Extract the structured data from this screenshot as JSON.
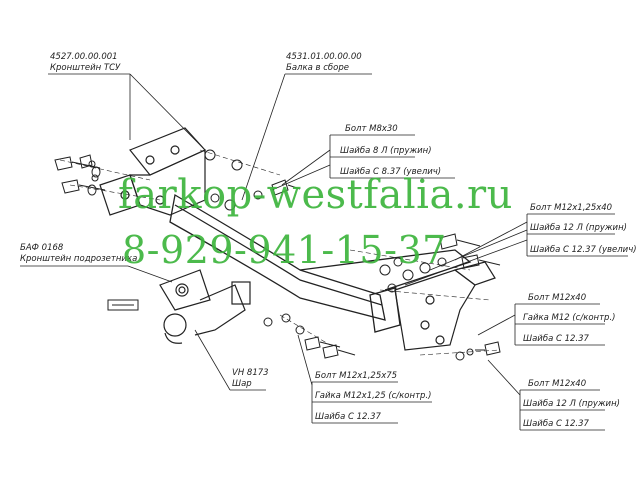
{
  "watermark": {
    "site": "farkop-westfalia.ru",
    "phone": "8-929-941-15-37",
    "color": "#3db53d"
  },
  "labels": {
    "bracket_code": "4527.00.00.001",
    "bracket_name": "Кронштейн ТСУ",
    "beam_code": "4531.01.00.00.00",
    "beam_name": "Балка в сборе",
    "bolt_m8": "Болт  М8х30",
    "washer_8": "Шайба 8 Л (пружин)",
    "washer_c837": "Шайба С 8.37 (увелич)",
    "baf_code": "БАФ 0168",
    "socket_bracket": "Кронштейн подрозетника",
    "bolt_m12_125_40": "Болт  М12х1,25х40",
    "washer_12_top": "Шайба 12 Л (пружин)",
    "washer_c1237_top": "Шайба С 12.37 (увелич)",
    "bolt_m12x40_a": "Болт  М12х40",
    "nut_m12": "Гайка М12 (с/контр.)",
    "washer_c1237_a": "Шайба С 12.37",
    "vh_code": "VH 8173",
    "ball": "Шар",
    "bolt_m12_125_75": "Болт  М12х1,25х75",
    "nut_m12_125": "Гайка М12х1,25 (с/контр.)",
    "washer_c1237_b": "Шайба С 12.37",
    "bolt_m12x40_b": "Болт  М12х40",
    "washer_12_b": "Шайба 12 Л (пружин)",
    "washer_c1237_c": "Шайба С 12.37"
  }
}
